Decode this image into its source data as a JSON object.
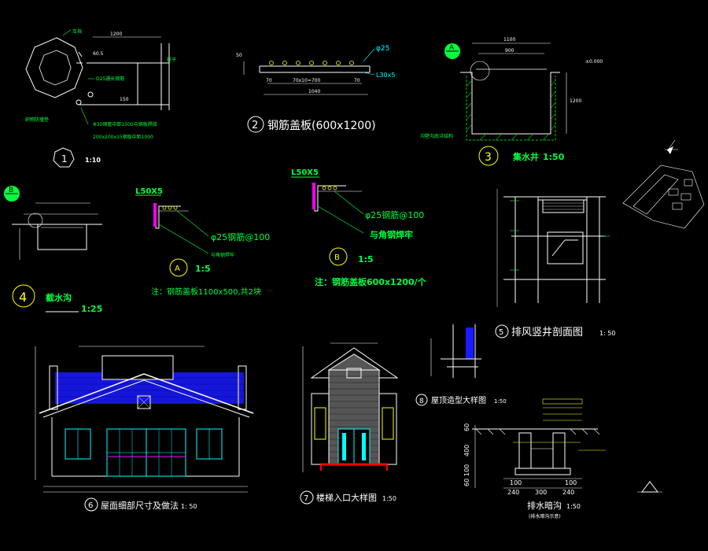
{
  "colors": {
    "background": "#000000",
    "green": "#00ff40",
    "yellow": "#ffff00",
    "white": "#ffffff",
    "cyan": "#00ffff",
    "magenta": "#ff00ff",
    "blue": "#1a1aff",
    "red": "#ff0000",
    "hatch": "#00cc00"
  },
  "d1": {
    "label_top": "车挡",
    "label_bar": "D25通长钢筋",
    "label_right": "柱子",
    "label_left": "织物防撞垫",
    "note1": "Φ30钢管中距1500与钢板焊接",
    "note2": "200x200x15钢板中距1000",
    "dim_top": "1200",
    "dim_small": "60.5",
    "dim_v": "150",
    "num": "1",
    "scale": "1:10"
  },
  "d2": {
    "num": "2",
    "title": "钢筋盖板(600x1200)",
    "callout_bar": "φ25",
    "callout_angle": "L30x5",
    "dim_mid": "70x10=700",
    "dim_left": "70",
    "dim_right": "70",
    "dim_total": "1040",
    "dim_h": "50"
  },
  "d3": {
    "num": "3",
    "title": "集水井",
    "scale": "1:50",
    "dim_top": "1100",
    "dim_inner": "900",
    "level": "±0.000",
    "dim_h": "1200",
    "note": "沟壁沟底详结构",
    "callout": "A"
  },
  "d4": {
    "num": "4",
    "title": "截水沟",
    "scale": "1:25",
    "callout": "B"
  },
  "da": {
    "label": "A",
    "scale": "1:5",
    "angle": "L50X5",
    "bar": "φ25钢筋@100",
    "weld": "与角钢焊牢",
    "note": "注：钢筋盖板1100x500,共2块"
  },
  "db": {
    "label": "B",
    "scale": "1:5",
    "angle": "L50X5",
    "bar": "φ25钢筋@100",
    "weld": "与角钢焊牢",
    "note": "注：钢筋盖板600x1200/个"
  },
  "d5": {
    "num": "5",
    "title": "排风竖井剖面图",
    "scale": "1: 50"
  },
  "d6": {
    "num": "6",
    "title": "屋面细部尺寸及做法",
    "scale": "1: 50"
  },
  "d7": {
    "num": "7",
    "title": "楼梯入口大样图",
    "scale": "1:50"
  },
  "d8": {
    "num": "8",
    "title": "屋顶造型大样图",
    "scale": "1:50"
  },
  "drain": {
    "title": "排水暗沟",
    "scale": "1:50",
    "sub": "(排水暗沟示意)",
    "dims_bottom1": [
      "100",
      "100"
    ],
    "dims_bottom2": [
      "240",
      "300",
      "240"
    ],
    "dims_left": [
      "60",
      "400",
      "100",
      "60"
    ]
  },
  "misc": {
    "north_arrow": "north-arrow"
  }
}
